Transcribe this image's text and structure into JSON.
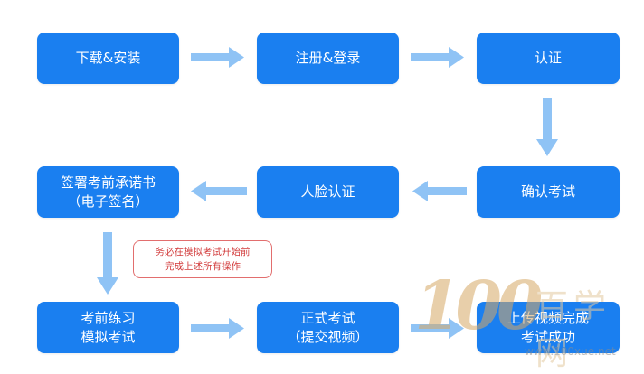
{
  "steps": {
    "download_install": "下载&安装",
    "register_login": "注册&登录",
    "certify": "认证",
    "confirm_exam": "确认考试",
    "face_certify": "人脸认证",
    "sign_commitment_line1": "签署考前承诺书",
    "sign_commitment_line2": "（电子签名）",
    "practice_line1": "考前练习",
    "practice_line2": "模拟考试",
    "formal_exam_line1": "正式考试",
    "formal_exam_line2": "（提交视频）",
    "upload_line1": "上传视频完成",
    "upload_line2": "考试成功"
  },
  "note": {
    "line1": "务必在模拟考试开始前",
    "line2": "完成上述所有操作"
  },
  "watermark": {
    "number": "100",
    "cn": "百学网",
    "url": "www.100xue.net"
  },
  "colors": {
    "box": "#1a7ff0",
    "arrow": "#8fc3f5",
    "note_border": "#e26e6e",
    "note_text": "#d23b3b"
  }
}
